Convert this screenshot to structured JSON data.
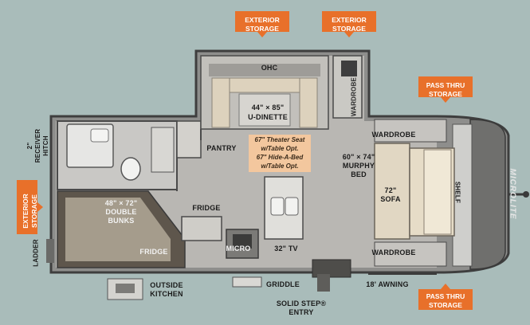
{
  "badges": {
    "exterior_storage_top_left": "EXTERIOR\nSTORAGE",
    "exterior_storage_top_right": "EXTERIOR\nSTORAGE",
    "exterior_storage_side": "EXTERIOR\nSTORAGE",
    "pass_thru_top": "PASS THRU\nSTORAGE",
    "pass_thru_bottom": "PASS THRU\nSTORAGE"
  },
  "labels": {
    "ohc": "OHC",
    "wardrobe_top": "WARDROBE",
    "dinette_size": "44\" × 85\"",
    "dinette_name": "U-DINETTE",
    "pantry": "PANTRY",
    "wardrobe_right_top": "WARDROBE",
    "receiver_hitch": "2\"\nRECEIVER\nHITCH",
    "murphy_bed": "60\" × 74\"\nMURPHY\nBED",
    "sofa": "72\"\nSOFA",
    "shelf": "SHELF",
    "bunks": "48\" × 72\"\nDOUBLE\nBUNKS",
    "fridge_mid": "FRIDGE",
    "fridge_bottom": "FRIDGE",
    "micro": "MICRO",
    "tv": "32\" TV",
    "wardrobe_right_bottom": "WARDROBE",
    "ladder": "LADDER",
    "outside_kitchen": "OUTSIDE\nKITCHEN",
    "griddle": "GRIDDLE",
    "awning": "18' AWNING",
    "entry": "SOLID STEP®\nENTRY",
    "brand": "MICROLITE"
  },
  "note": "67\" Theater Seat\nw/Table Opt.\n67\" Hide-A-Bed\nw/Table Opt.",
  "colors": {
    "background": "#a9bcba",
    "badge": "#e8702a",
    "note": "#f3c79e",
    "floor": "#b8b6b2",
    "wall": "#5a5a5a",
    "cushion": "#ddd2bd"
  }
}
